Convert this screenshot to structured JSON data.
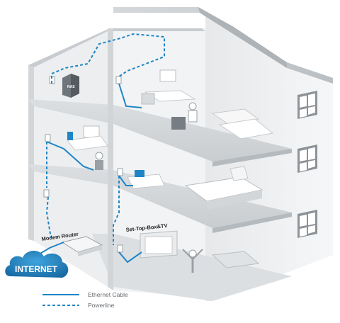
{
  "labels": {
    "nas": "NAS",
    "modem_router": "Modem Router",
    "set_top_box_tv": "Set-Top-Box&TV",
    "internet": "INTERNET"
  },
  "legend": {
    "ethernet": "Ethernet Cable",
    "powerline": "Powerline"
  },
  "colors": {
    "ethernet": "#1e86c6",
    "powerline": "#1e86c6",
    "cloud": "#1c7fc2",
    "wall": "#e9ebec",
    "floor": "#d8dbdd",
    "roof": "#c9cdd0",
    "side_wall": "#f1f2f3"
  }
}
